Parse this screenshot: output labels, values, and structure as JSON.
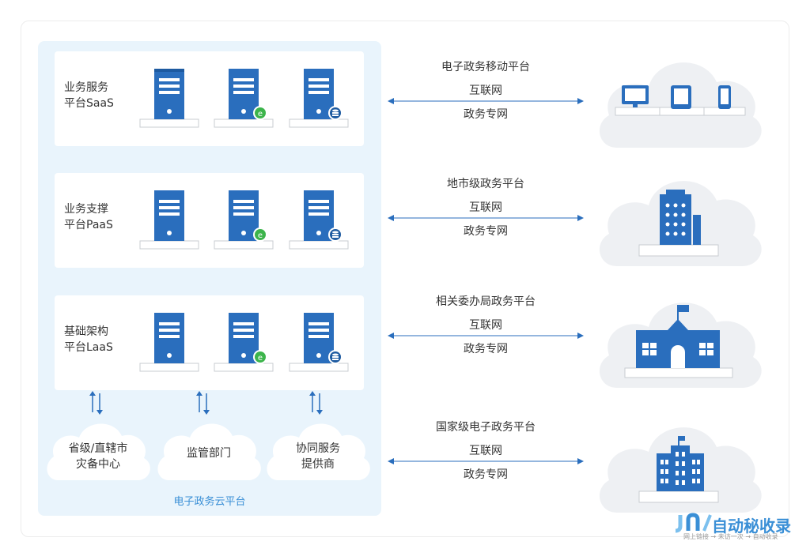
{
  "platform": {
    "title": "电子政务云平台",
    "layers": [
      {
        "label": "业务服务\n平台SaaS"
      },
      {
        "label": "业务支撑\n平台PaaS"
      },
      {
        "label": "基础架构\n平台LaaS"
      }
    ],
    "bottom_nodes": [
      {
        "label": "省级/直辖市\n灾备中心"
      },
      {
        "label": "监管部门"
      },
      {
        "label": "协同服务\n提供商"
      }
    ]
  },
  "connections": [
    {
      "title": "电子政务移动平台",
      "line1": "互联网",
      "line2": "政务专网",
      "icon": "devices-icon"
    },
    {
      "title": "地市级政务平台",
      "line1": "互联网",
      "line2": "政务专网",
      "icon": "building-icon"
    },
    {
      "title": "相关委办局政务平台",
      "line1": "互联网",
      "line2": "政务专网",
      "icon": "school-icon"
    },
    {
      "title": "国家级电子政务平台",
      "line1": "互联网",
      "line2": "政务专网",
      "icon": "tower-icon"
    }
  ],
  "watermark": {
    "text": "自动秘收录",
    "sub": "网上链接 → 未访一次 → 自动收录"
  },
  "colors": {
    "accent": "#2a6ebd",
    "panel": "#e9f4fc",
    "cloud": "#eef0f3",
    "badge_green": "#3cb44b"
  }
}
